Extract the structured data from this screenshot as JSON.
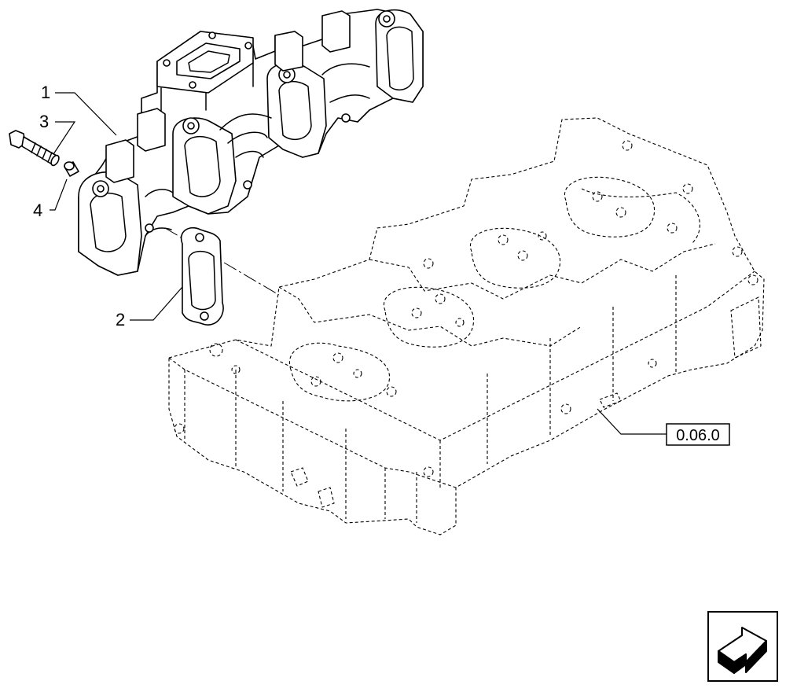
{
  "callouts": {
    "part_1": "1",
    "part_2": "2",
    "part_3": "3",
    "part_4": "4"
  },
  "reference": {
    "label": "0.06.0"
  },
  "nav_icon": {
    "icon": "arrow-icon"
  }
}
